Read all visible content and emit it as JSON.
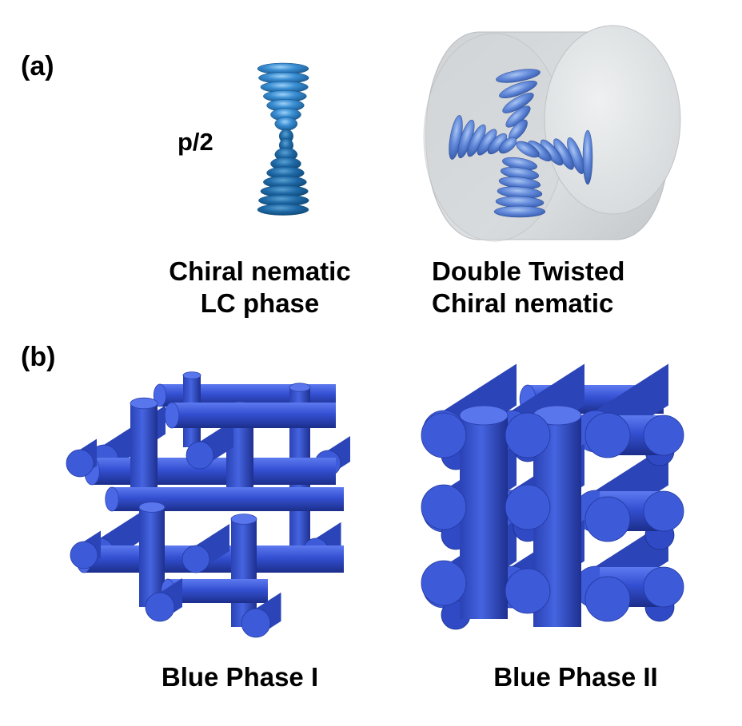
{
  "panels": {
    "a": {
      "label": "(a)",
      "pitch_label": "p/2",
      "left_caption": [
        "Chiral nematic",
        "LC phase"
      ],
      "right_caption": [
        "Double Twisted",
        "Chiral nematic"
      ]
    },
    "b": {
      "label": "(b)",
      "left_caption": "Blue Phase I",
      "right_caption": "Blue Phase II"
    }
  },
  "colors": {
    "molecule_blue": "#2f82c8",
    "cylinder_blue": "#3a55d0",
    "tube_gray": "#d8dcdf"
  }
}
